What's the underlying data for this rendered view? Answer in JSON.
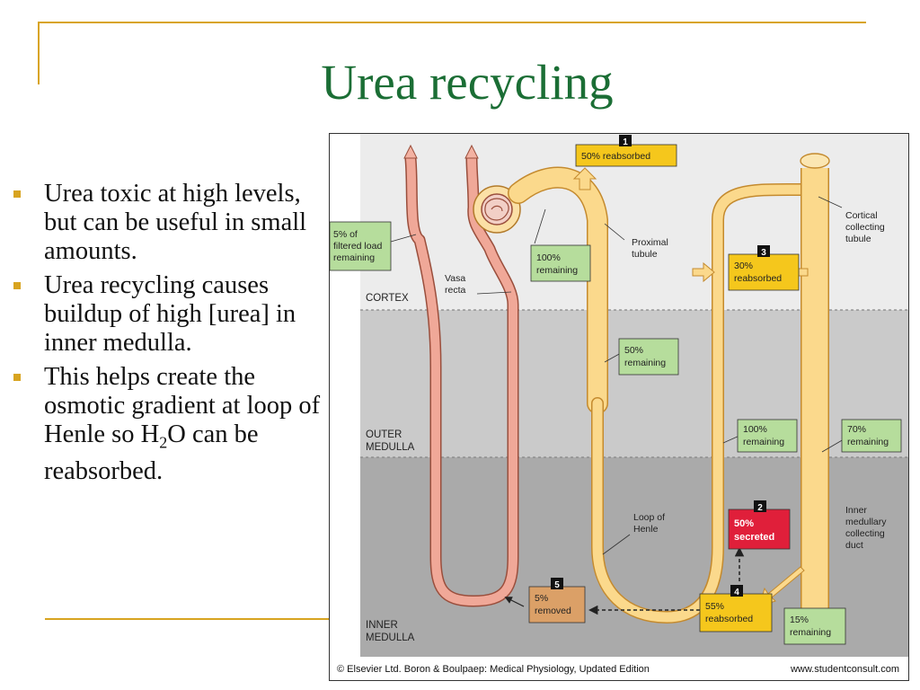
{
  "slide": {
    "title": "Urea recycling",
    "bullets": [
      {
        "text": "Urea toxic at high levels, but can be useful in small amounts."
      },
      {
        "text": "Urea recycling causes buildup of high [urea] in inner medulla."
      },
      {
        "text_before": "This helps create the osmotic gradient at loop of Henle so H",
        "subscript": "2",
        "text_after": "O can be reabsorbed."
      }
    ]
  },
  "figure": {
    "zones": {
      "cortex": "CORTEX",
      "outer_1": "OUTER",
      "outer_2": "MEDULLA",
      "inner_1": "INNER",
      "inner_2": "MEDULLA"
    },
    "labels": {
      "vasa_1": "Vasa",
      "vasa_2": "recta",
      "proximal_1": "Proximal",
      "proximal_2": "tubule",
      "cortical_1": "Cortical",
      "cortical_2": "collecting",
      "cortical_3": "tubule",
      "loop_1": "Loop of",
      "loop_2": "Henle",
      "imcd_1": "Inner",
      "imcd_2": "medullary",
      "imcd_3": "collecting",
      "imcd_4": "duct"
    },
    "boxes": {
      "filtered_1": "5% of",
      "filtered_2": "filtered load",
      "filtered_3": "remaining",
      "rem100_1": "100%",
      "rem100_2": "remaining",
      "rem50_1": "50%",
      "rem50_2": "remaining",
      "rem100b_1": "100%",
      "rem100b_2": "remaining",
      "rem70_1": "70%",
      "rem70_2": "remaining",
      "rem15_1": "15%",
      "rem15_2": "remaining",
      "step1": "50% reabsorbed",
      "step3_1": "30%",
      "step3_2": "reabsorbed",
      "step2_1": "50%",
      "step2_2": "secreted",
      "step4_1": "55%",
      "step4_2": "reabsorbed",
      "step5_1": "5%",
      "step5_2": "removed"
    },
    "step_numbers": [
      "1",
      "2",
      "3",
      "4",
      "5"
    ],
    "credit": "© Elsevier Ltd. Boron & Boulpaep: Medical Physiology, Updated Edition",
    "credit_url": "www.studentconsult.com"
  }
}
